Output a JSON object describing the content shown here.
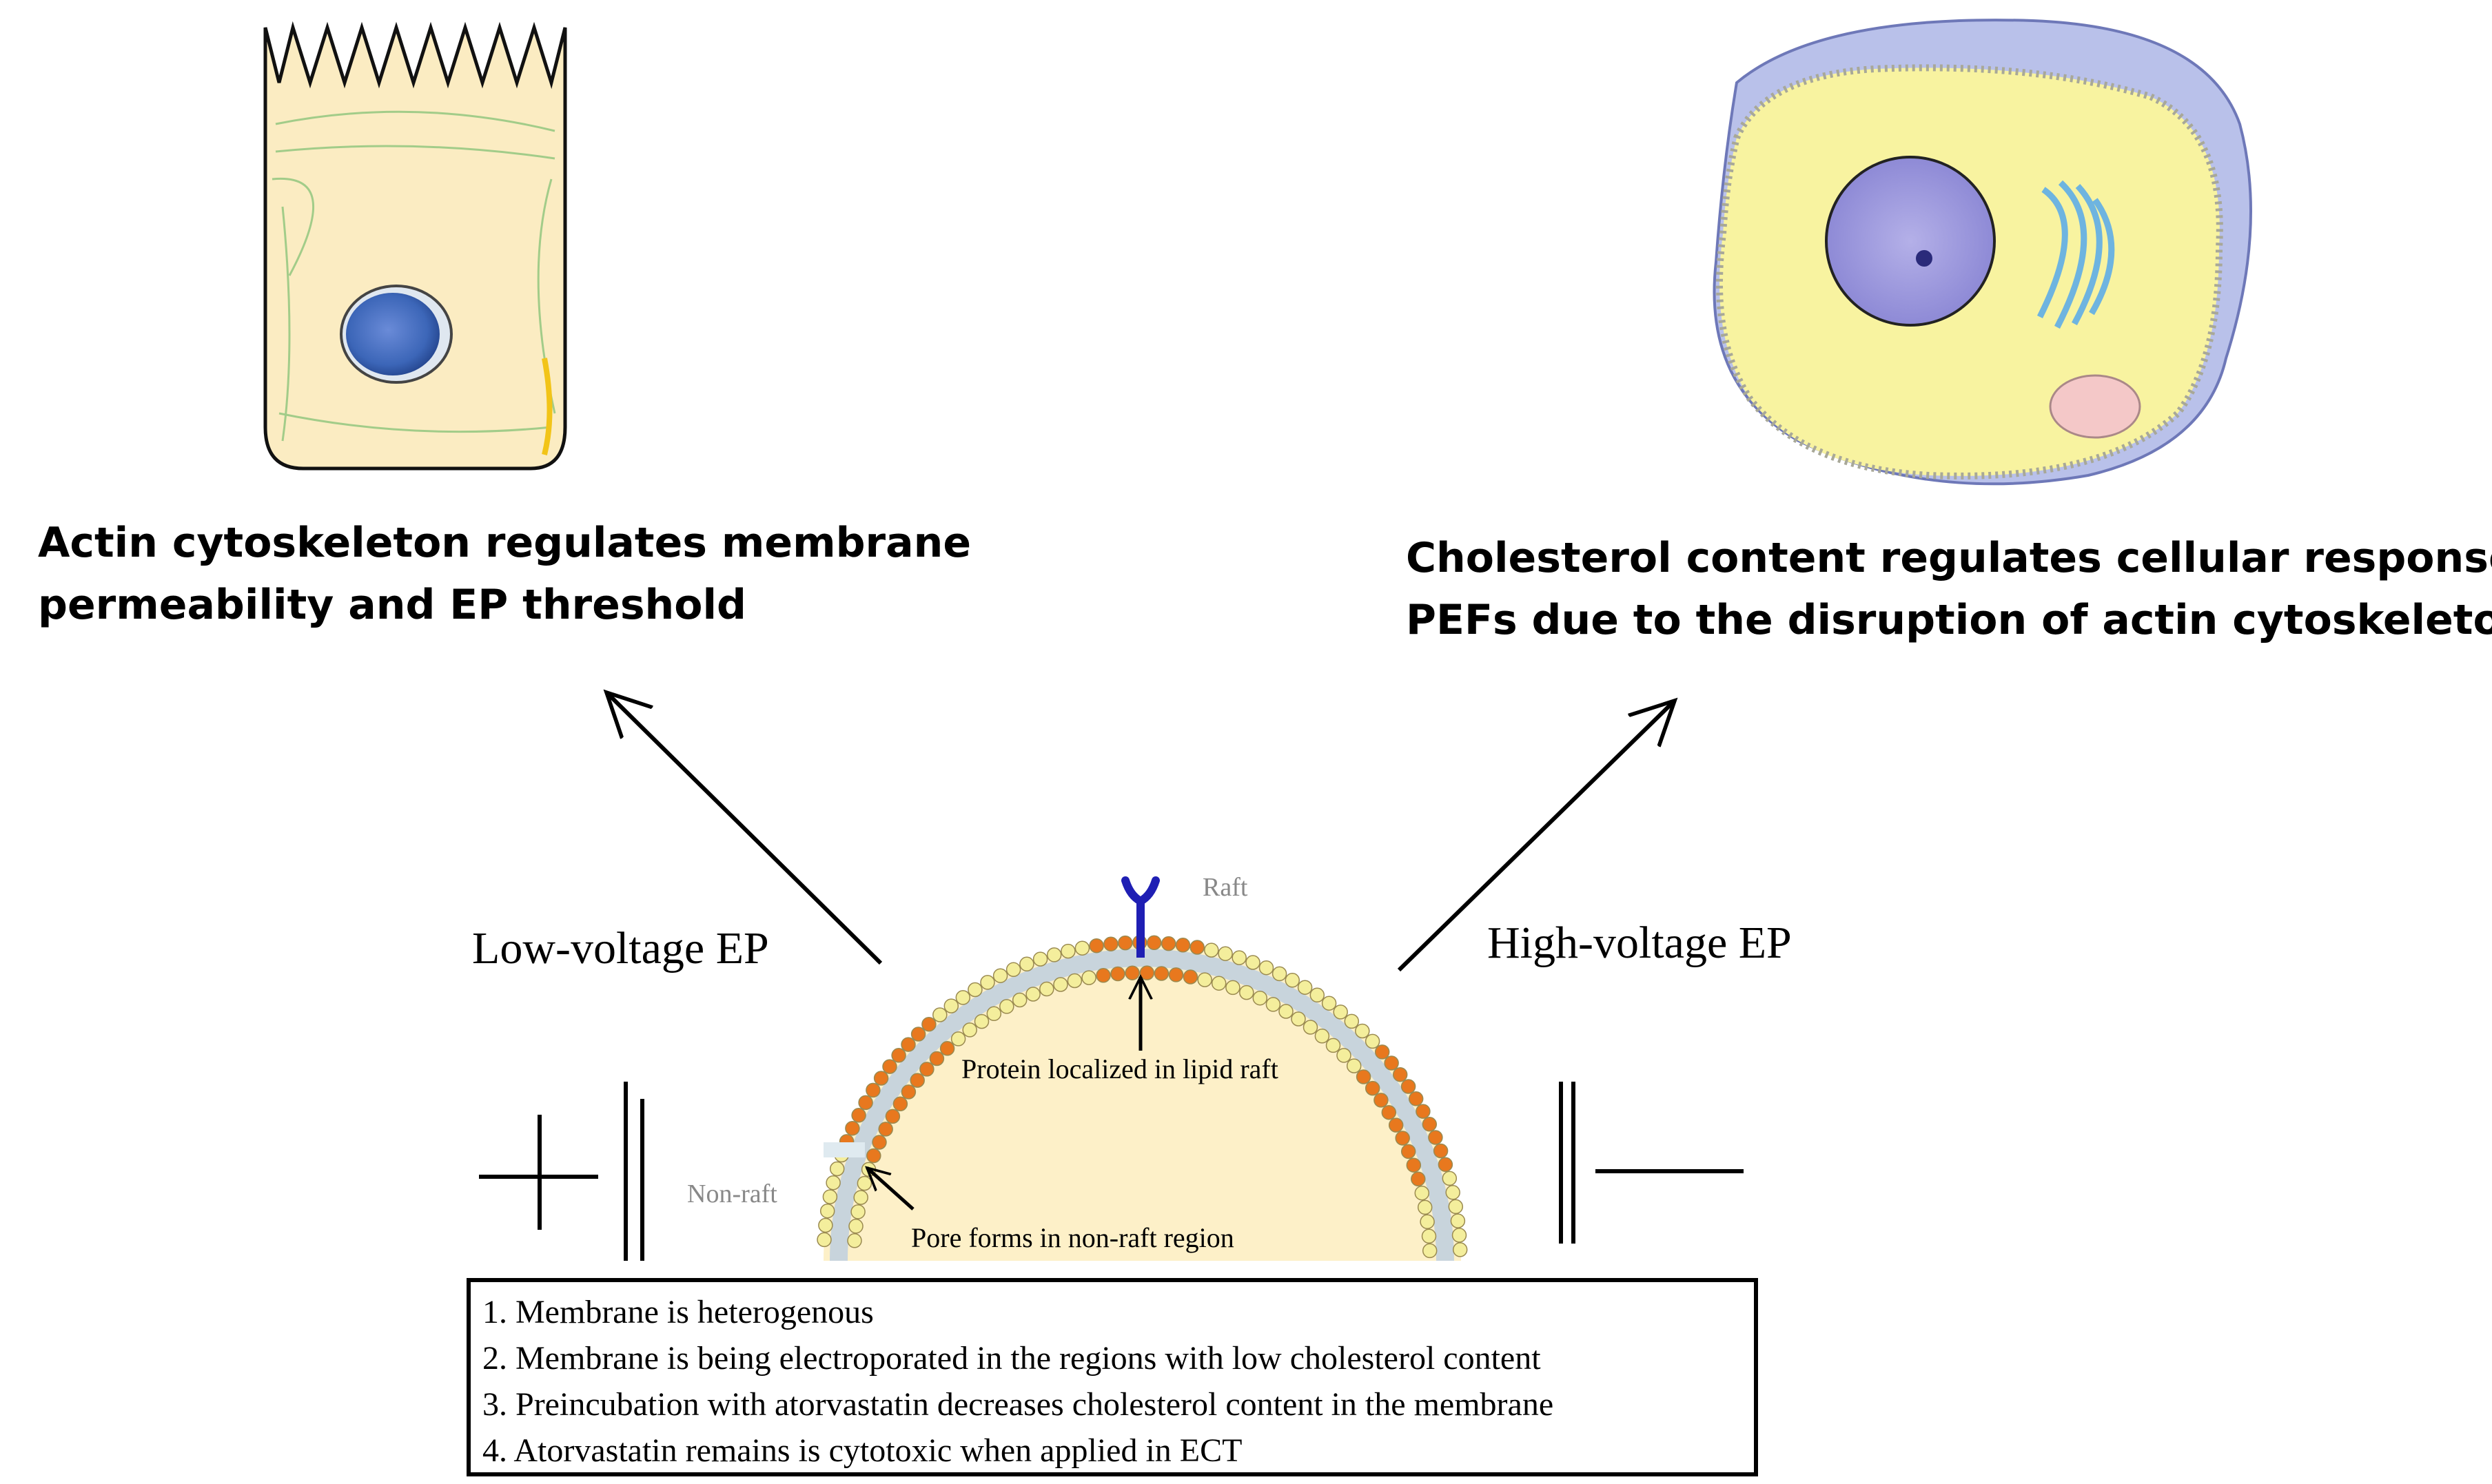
{
  "left_caption": {
    "line1": "Actin cytoskeleton regulates membrane",
    "line2": "permeability and EP threshold"
  },
  "right_caption": {
    "line1": "Cholesterol content regulates cellular response to",
    "line2": "PEFs due to the disruption of actin cytoskeleton"
  },
  "labels": {
    "low_voltage": "Low-voltage EP",
    "high_voltage": "High-voltage EP",
    "raft": "Raft",
    "non_raft": "Non-raft",
    "protein": "Protein localized in lipid raft",
    "pore": "Pore forms in non-raft region"
  },
  "findings": [
    "1. Membrane is heterogenous",
    "2. Membrane is being electroporated in the regions with low cholesterol content",
    "3. Preincubation with atorvastatin decreases cholesterol content in the membrane",
    "4. Atorvastatin remains is cytotoxic when applied in ECT"
  ],
  "colors": {
    "raft_lipid": "#e8781e",
    "nonraft_lipid": "#f4ee9c",
    "cytoplasm": "#fdf0c8",
    "protein": "#1f1fb4",
    "nucleus": "#2a5fa8",
    "cell_body": "#f8f3a0",
    "cell_top": "#b8c0e8"
  }
}
